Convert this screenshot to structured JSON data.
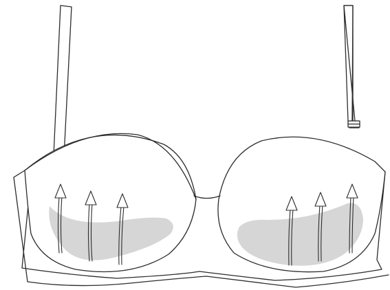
{
  "colors": {
    "background": "#ffffff",
    "outline": "#2b2b2b",
    "padding_fill": "#d6d6d6"
  },
  "figure": {
    "subject": "strapless-bra-with-detachable-straps",
    "left_cup_arrow_count": 3,
    "right_cup_arrow_count": 3,
    "arrow_direction": "up"
  }
}
